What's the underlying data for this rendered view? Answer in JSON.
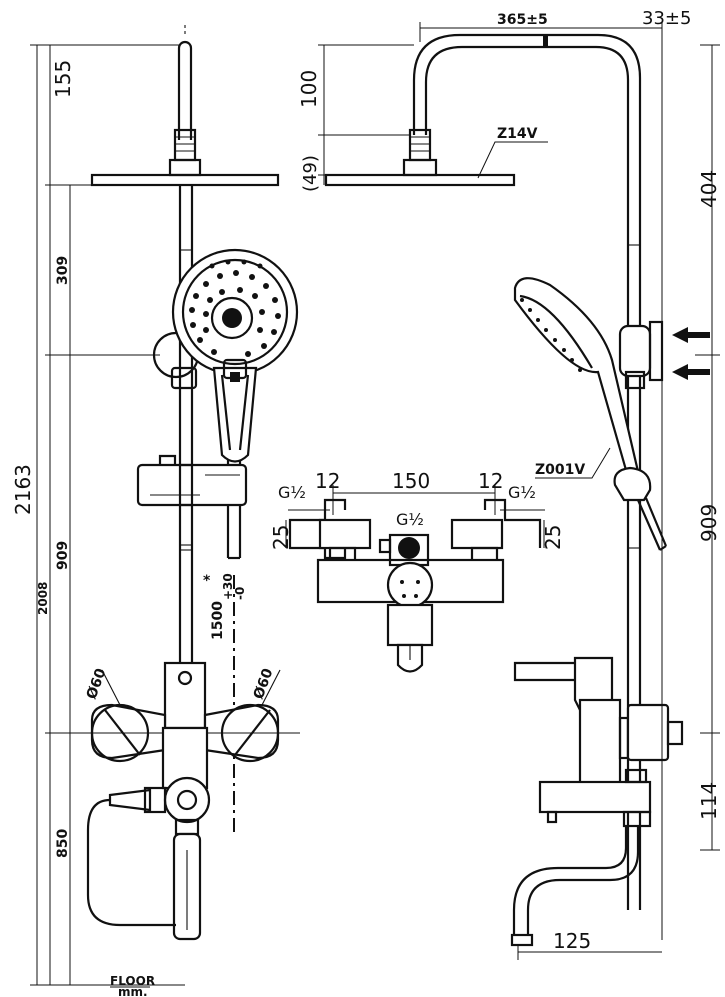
{
  "dims": {
    "left_155": "155",
    "left_309": "309",
    "left_909": "909",
    "left_850": "850",
    "left_2163": "2163",
    "left_2008": "2008",
    "slide_1500": "1500",
    "slide_tol_plus": "+30",
    "slide_tol_minus": "-0",
    "slide_star": "*",
    "phi60_left": "Ø60",
    "phi60_right": "Ø60",
    "mid_12_left": "12",
    "mid_150": "150",
    "mid_12_right": "12",
    "mid_g12_left": "G½",
    "mid_g12_center": "G½",
    "mid_g12_right": "G½",
    "mid_25_left": "25",
    "mid_25_right": "25",
    "right_100": "100",
    "right_49": "(49)",
    "right_365": "365±5",
    "right_33": "33±5",
    "right_404": "404",
    "right_909": "909",
    "right_114": "114",
    "right_125": "125"
  },
  "labels": {
    "head_model": "Z14V",
    "hand_model": "Z001V",
    "floor": "FLOOR",
    "unit": "mm."
  }
}
